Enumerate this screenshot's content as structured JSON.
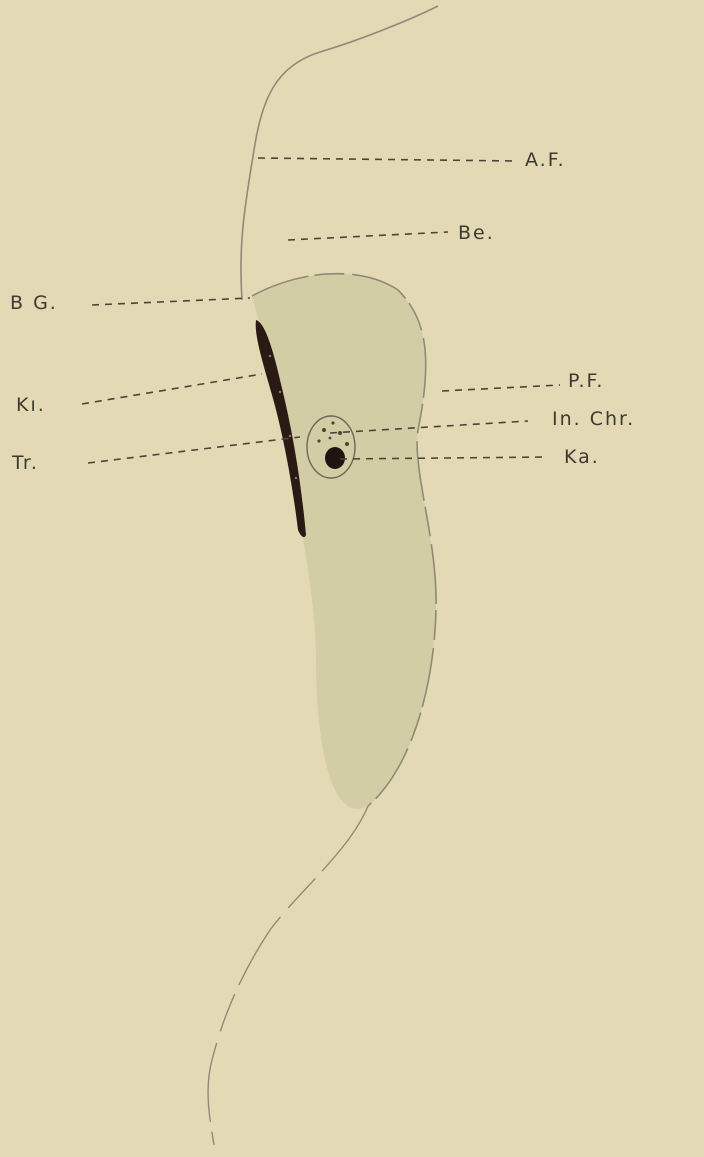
{
  "labels": {
    "af": "A.F.",
    "be": "Be.",
    "bg": "B G.",
    "ki": "Kı.",
    "pf": "P.F.",
    "inchr": "In. Chr.",
    "tr": "Tr.",
    "ka": "Ka."
  },
  "colors": {
    "background": "#e3dab5",
    "body_fill": "#d3cda6",
    "outline": "#8f8a78",
    "dark_structure": "#2a1a14"
  }
}
